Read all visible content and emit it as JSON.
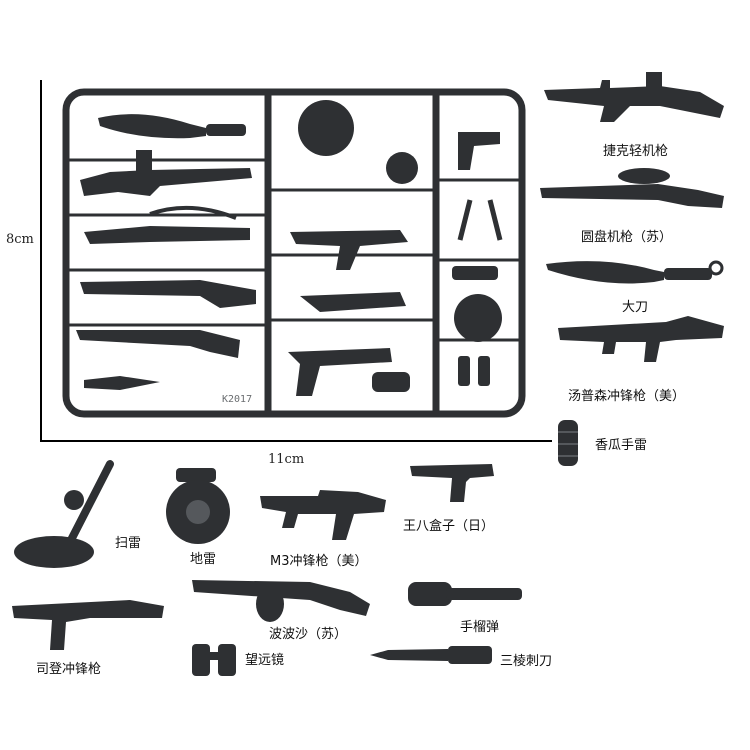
{
  "dimensions": {
    "height_label": "8cm",
    "width_label": "11cm"
  },
  "sprue": {
    "mold_code": "K2017"
  },
  "labels": {
    "czech_lmg": "捷克轻机枪",
    "disc_mg": "圆盘机枪（苏）",
    "broadsword": "大刀",
    "thompson": "汤普森冲锋枪（美）",
    "grenade_pineapple": "香瓜手雷",
    "mine_detector": "扫雷",
    "landmine": "地雷",
    "m3_smg": "M3冲锋枪（美）",
    "nambu_pistol": "王八盒子（日）",
    "sten_smg": "司登冲锋枪",
    "ppsh": "波波沙（苏）",
    "hand_grenade": "手榴弹",
    "binoculars": "望远镜",
    "bayonet": "三棱刺刀"
  },
  "colors": {
    "plastic": "#2e3033",
    "plastic_light": "#55585c",
    "background": "#ffffff"
  }
}
